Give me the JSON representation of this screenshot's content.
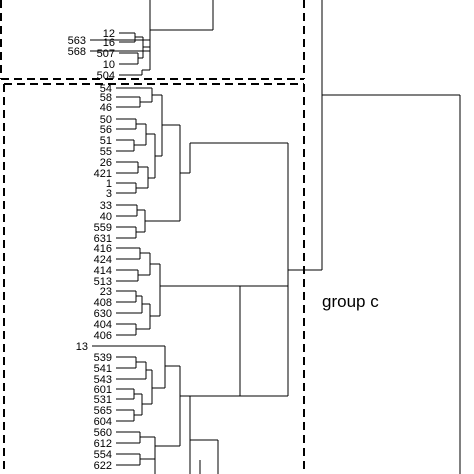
{
  "figure": {
    "group_label": "group c"
  },
  "leaves": [
    "563",
    "568",
    "12",
    "16",
    "507",
    "10",
    "504",
    "54",
    "58",
    "46",
    "50",
    "56",
    "51",
    "55",
    "26",
    "421",
    "1",
    "3",
    "33",
    "40",
    "559",
    "631",
    "416",
    "424",
    "414",
    "513",
    "23",
    "408",
    "630",
    "404",
    "406",
    "13",
    "539",
    "541",
    "543",
    "601",
    "531",
    "565",
    "604",
    "560",
    "612",
    "554",
    "622"
  ],
  "cropped_leaf_labels": [
    "565",
    "612"
  ]
}
